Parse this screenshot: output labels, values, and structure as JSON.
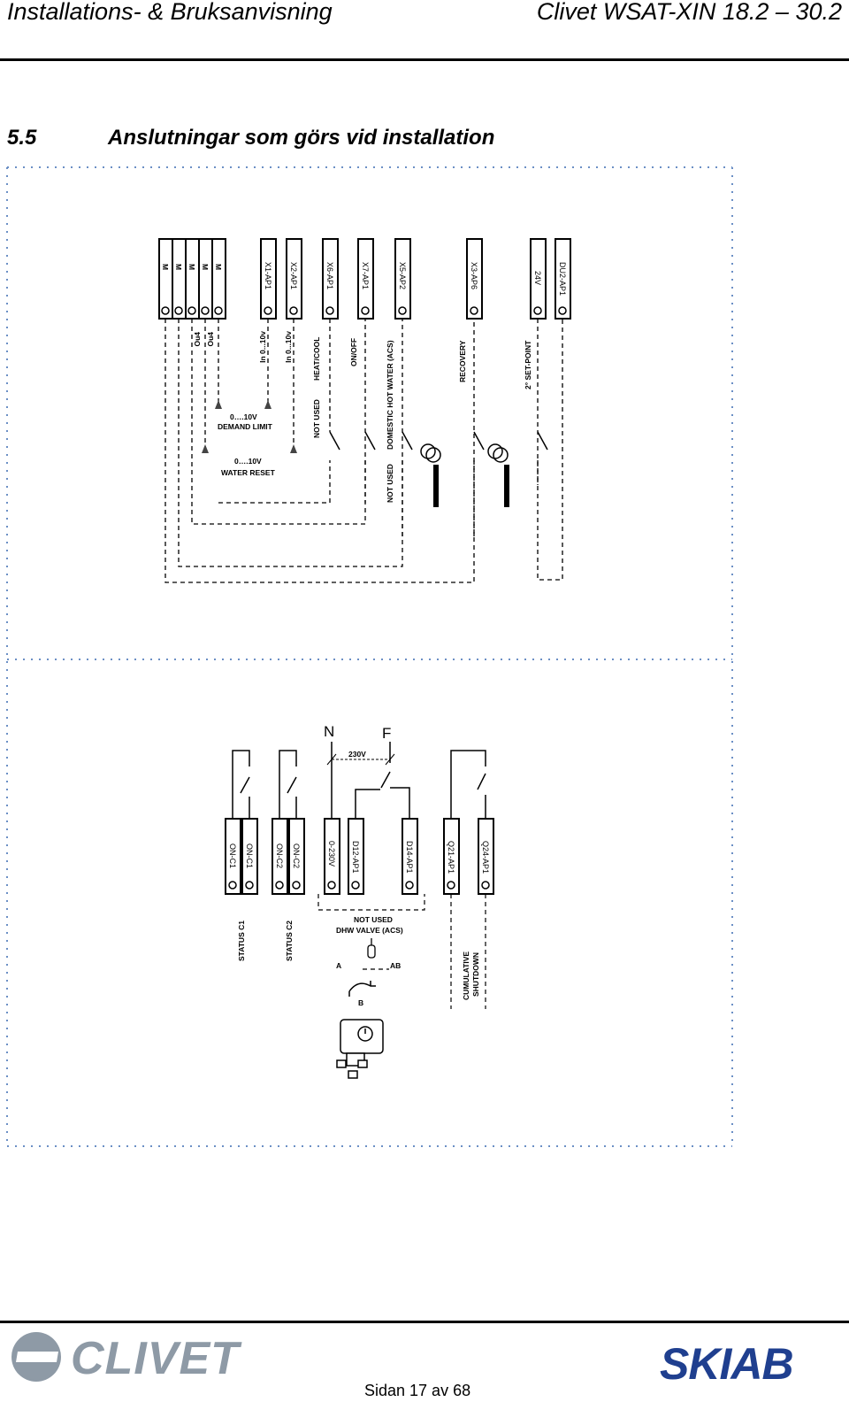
{
  "header": {
    "left_title": "Installations- & Bruksanvisning",
    "right_title": "Clivet WSAT-XIN 18.2 – 30.2"
  },
  "section": {
    "number": "5.5",
    "title": "Anslutningar som görs vid installation"
  },
  "upper_diagram": {
    "terminals": [
      "M",
      "M",
      "M",
      "M",
      "M",
      "X1-AP1",
      "X2-AP1",
      "X6-AP1",
      "X7-AP1",
      "X5-AP2",
      "X3-AP6",
      "24V",
      "DU2-AP1"
    ],
    "signal_labels": [
      "Ou4",
      "Ou4",
      "In 0...10v",
      "In 0...10v"
    ],
    "function_labels": [
      "NOT USED",
      "HEAT/COOL",
      "ON/OFF",
      "NOT USED",
      "DOMESTIC HOT WATER (ACS)",
      "RECOVERY",
      "2° SET-POINT"
    ],
    "demand_limit_value": "0….10V",
    "demand_limit_label": "DEMAND LIMIT",
    "water_reset_value": "0….10V",
    "water_reset_label": "WATER RESET"
  },
  "lower_diagram": {
    "terminals": [
      "ON-C1",
      "ON-C1",
      "ON-C2",
      "ON-C2",
      "0-230V",
      "D12-AP1",
      "D14-AP1",
      "Q21-AP1",
      "Q24-AP1"
    ],
    "supply_n": "N",
    "supply_f": "F",
    "supply_voltage": "230V",
    "status_labels": [
      "STATUS C1",
      "STATUS C2"
    ],
    "dhw_not_used": "NOT USED",
    "dhw_valve": "DHW VALVE (ACS)",
    "valve_port_a": "A",
    "valve_port_ab": "AB",
    "valve_port_b": "B",
    "cumulative": "CUMULATIVE",
    "shutdown": "SHUTDOWN"
  },
  "footer": {
    "page_number": "Sidan 17 av 68",
    "left_logo_text": "CLIVET",
    "right_logo_text": "SKIAB",
    "left_logo_color": "#8e9aa6",
    "right_logo_color": "#1f3f8f"
  }
}
